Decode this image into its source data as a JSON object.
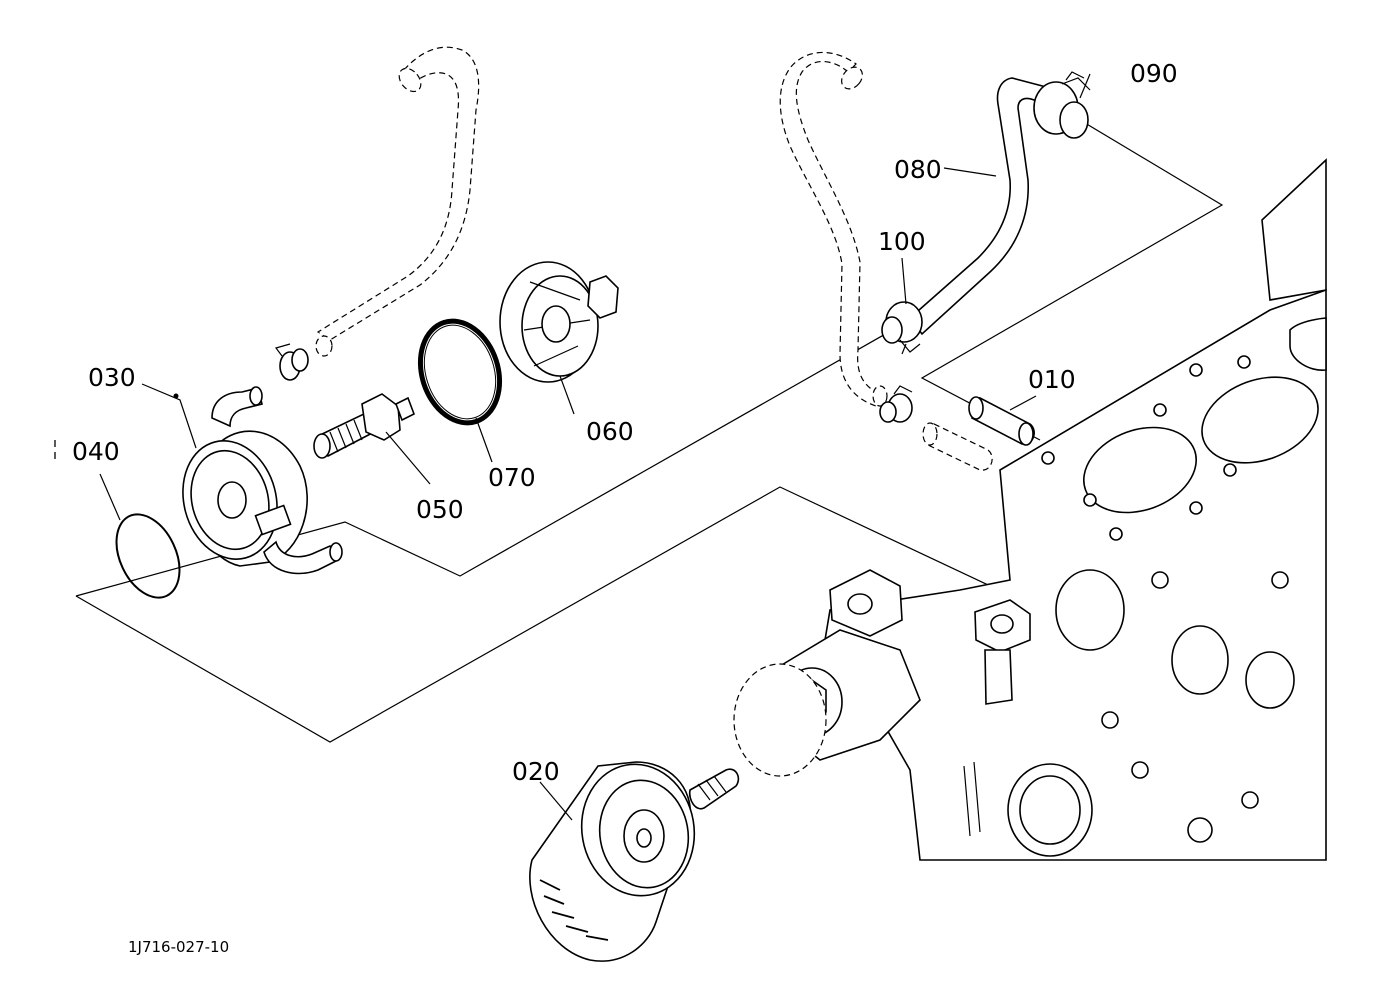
{
  "labels": {
    "p010": "010",
    "p020": "020",
    "p030": "030",
    "p040": "040",
    "p050": "050",
    "p060": "060",
    "p070": "070",
    "p080": "080",
    "p090": "090",
    "p100": "100"
  },
  "drawing_code": "1J716-027-10"
}
